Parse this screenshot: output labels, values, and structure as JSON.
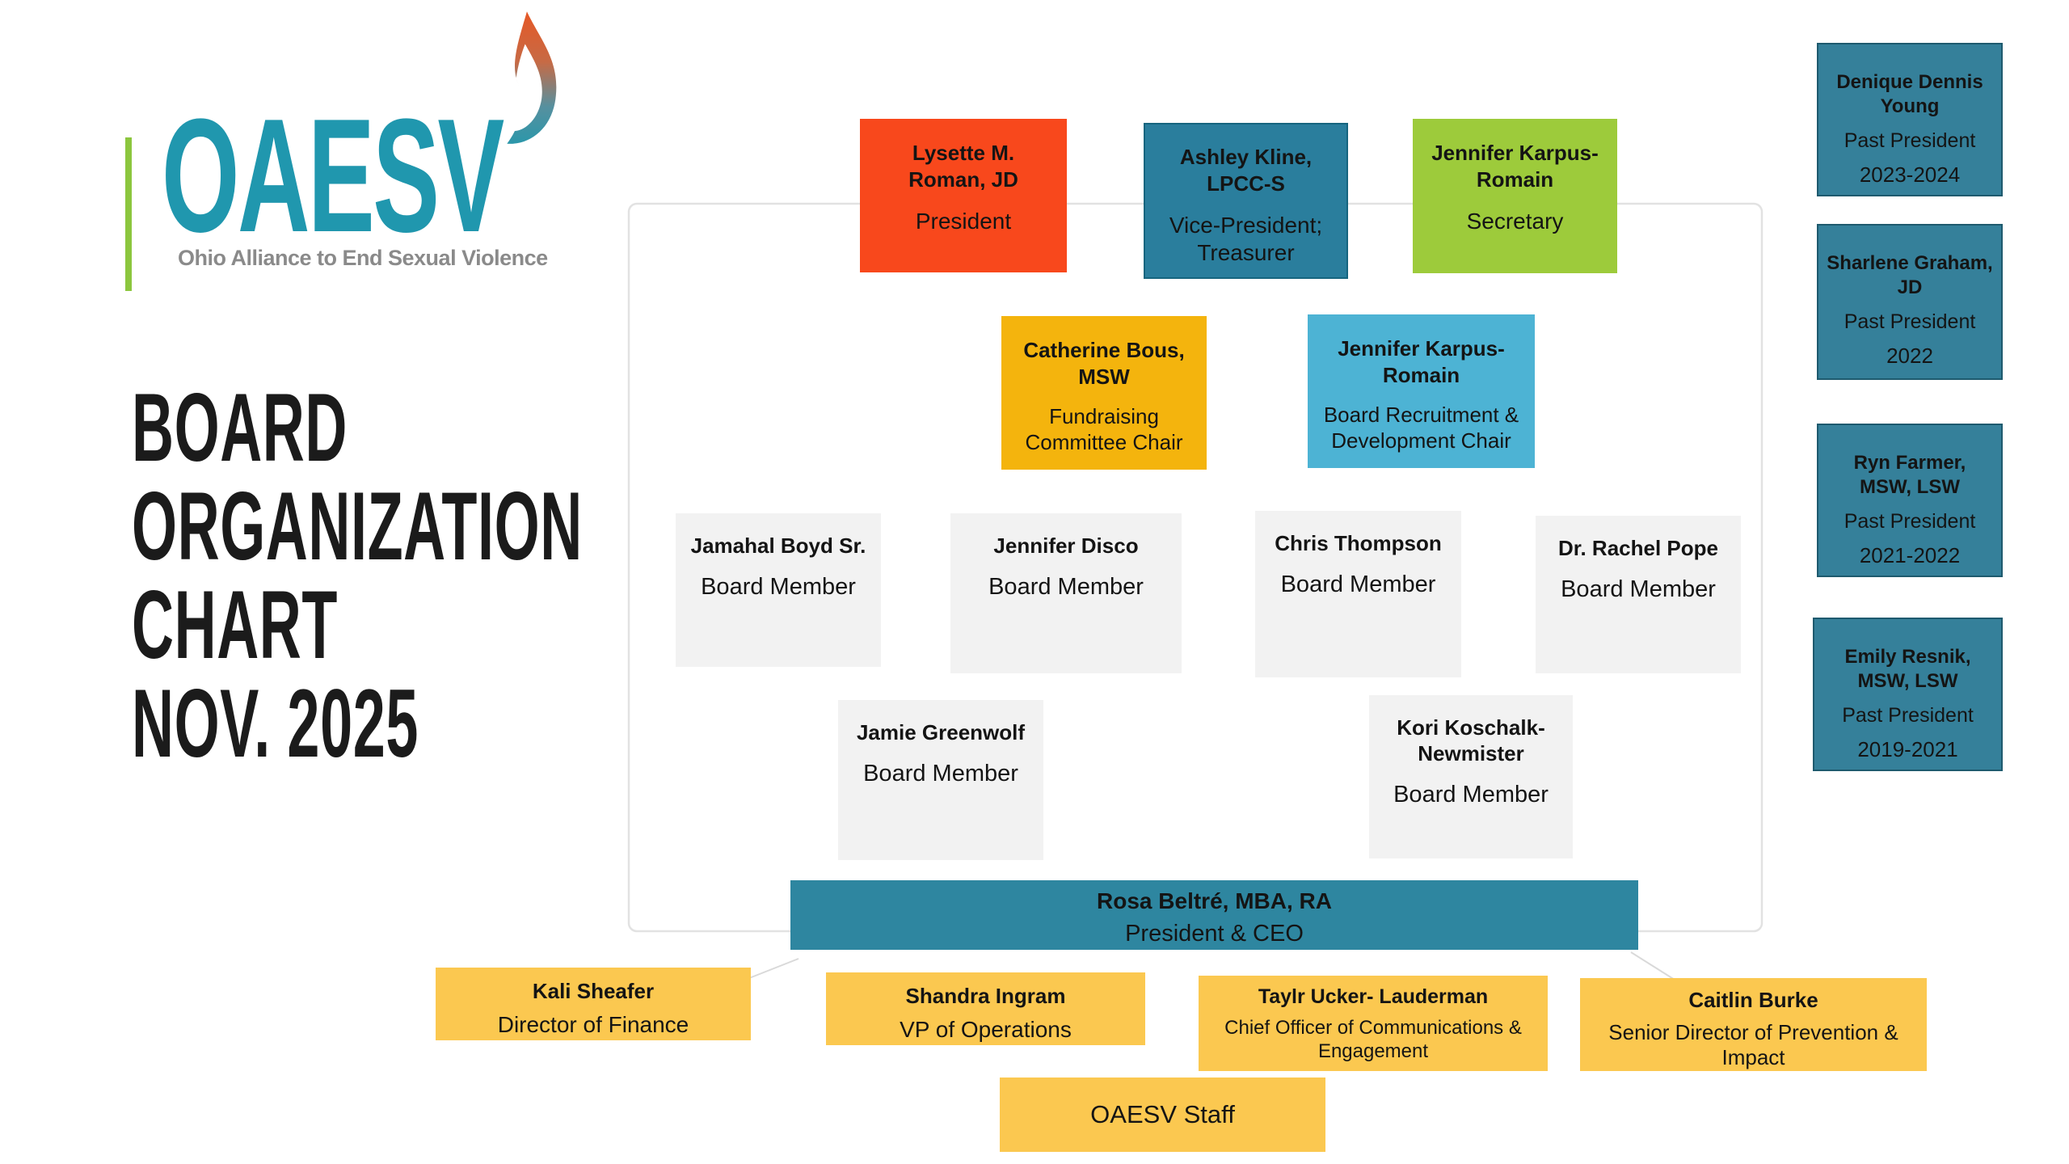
{
  "logo": {
    "acronym": "OAESV",
    "tagline": "Ohio Alliance to End Sexual Violence"
  },
  "title_lines": [
    "BOARD",
    "ORGANIZATION",
    "CHART",
    "NOV. 2025"
  ],
  "officers": [
    {
      "name": "Lysette M. Roman, JD",
      "role": "President",
      "color": "#F8481C"
    },
    {
      "name": "Ashley Kline, LPCC-S",
      "role": "Vice-President; Treasurer",
      "color": "#2A7E9D"
    },
    {
      "name": "Jennifer Karpus-Romain",
      "role": "Secretary",
      "color": "#9DCB3B"
    }
  ],
  "chairs": [
    {
      "name": "Catherine Bous, MSW",
      "role": "Fundraising Committee Chair",
      "color": "#F4B40D"
    },
    {
      "name": "Jennifer Karpus-Romain",
      "role": "Board Recruitment & Development Chair",
      "color": "#4DB3D4"
    }
  ],
  "board_members": [
    {
      "name": "Jamahal Boyd Sr.",
      "role": "Board Member"
    },
    {
      "name": "Jennifer Disco",
      "role": "Board Member"
    },
    {
      "name": "Chris Thompson",
      "role": "Board Member"
    },
    {
      "name": "Dr. Rachel Pope",
      "role": "Board Member"
    },
    {
      "name": "Jamie Greenwolf",
      "role": "Board Member"
    },
    {
      "name": "Kori Koschalk-Newmister",
      "role": "Board Member"
    }
  ],
  "ceo": {
    "name": "Rosa Beltré, MBA, RA",
    "role": "President & CEO",
    "color": "#2E86A0"
  },
  "staff": [
    {
      "name": "Kali Sheafer",
      "role": "Director of Finance"
    },
    {
      "name": "Shandra Ingram",
      "role": "VP of Operations"
    },
    {
      "name": "Taylr Ucker- Lauderman",
      "role": "Chief Officer of Communications & Engagement"
    },
    {
      "name": "Caitlin Burke",
      "role": "Senior Director of Prevention & Impact"
    }
  ],
  "staff_group_label": "OAESV Staff",
  "past_presidents": [
    {
      "name": "Denique Dennis Young",
      "role": "Past President",
      "term": "2023-2024"
    },
    {
      "name": "Sharlene Graham, JD",
      "role": "Past President",
      "term": "2022"
    },
    {
      "name": "Ryn Farmer, MSW, LSW",
      "role": "Past President",
      "term": "2021-2022"
    },
    {
      "name": "Emily Resnik, MSW, LSW",
      "role": "Past President",
      "term": "2019-2021"
    }
  ],
  "colors": {
    "box_orange": "#F8481C",
    "box_teal": "#2A7E9D",
    "box_green": "#9DCB3B",
    "box_gold": "#F4B40D",
    "box_lightblue": "#4DB3D4",
    "box_gray": "#F2F2F2",
    "box_yellow": "#FBC850",
    "ceo_bar_teal": "#2E86A0",
    "past_president_fill": "#35809A",
    "past_president_border": "#1E5A6E",
    "logo_teal": "#2097AE",
    "logo_green_bar": "#8CC63E",
    "tagline_gray": "#8A8A8A",
    "connector_gray": "#DDDDDD"
  }
}
